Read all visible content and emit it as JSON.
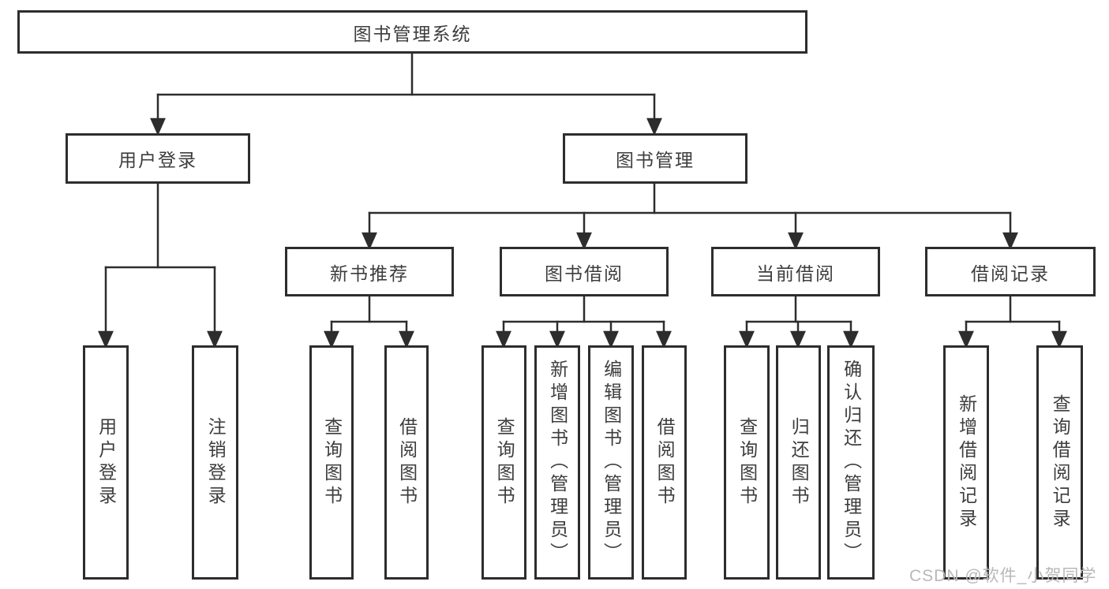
{
  "diagram": {
    "root": {
      "label": "图书管理系统"
    },
    "user_login": {
      "label": "用户登录",
      "leaves": [
        "用户登录",
        "注销登录"
      ]
    },
    "book_mgmt": {
      "label": "图书管理"
    },
    "new_book_rec": {
      "label": "新书推荐",
      "leaves": [
        "查询图书",
        "借阅图书"
      ]
    },
    "book_borrow": {
      "label": "图书借阅",
      "leaves": [
        "查询图书",
        "新增图书（管理员）",
        "编辑图书（管理员）",
        "借阅图书"
      ]
    },
    "current_borrow": {
      "label": "当前借阅",
      "leaves": [
        "查询图书",
        "归还图书",
        "确认归还（管理员）"
      ]
    },
    "borrow_record": {
      "label": "借阅记录",
      "leaves": [
        "新增借阅记录",
        "查询借阅记录"
      ]
    }
  },
  "watermark": "CSDN @软件_小贺同学",
  "colors": {
    "line": "#2d2d2d",
    "text": "#3d3d3d",
    "watermark": "#b8b8b8",
    "background": "#ffffff"
  }
}
